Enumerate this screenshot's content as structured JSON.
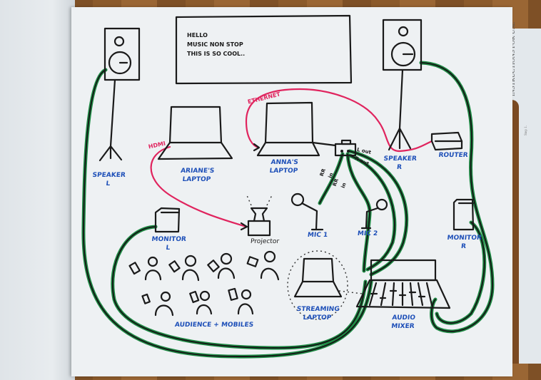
{
  "background": {
    "notebook_left_page": true,
    "box_title": "INSTRUCTIONS FOR USE",
    "box_step": "Step 1."
  },
  "note_box": {
    "lines": [
      "HELLO",
      "MUSIC NON STOP",
      "THIS IS SO COOL.."
    ]
  },
  "devices": {
    "speaker_left": {
      "label_line1": "SPEAKER",
      "label_line2": "L",
      "icon": "speaker-on-stand"
    },
    "speaker_right": {
      "label_line1": "SPEAKER",
      "label_line2": "R",
      "icon": "speaker-on-stand"
    },
    "ariane_laptop": {
      "label_line1": "ARIANE'S",
      "label_line2": "LAPTOP",
      "icon": "laptop"
    },
    "anna_laptop": {
      "label_line1": "ANNA'S",
      "label_line2": "LAPTOP",
      "icon": "laptop"
    },
    "router": {
      "label": "ROUTER",
      "icon": "router-box"
    },
    "audio_interface": {
      "icon": "interface-box"
    },
    "projector": {
      "label": "Projector",
      "icon": "projector"
    },
    "monitor_left": {
      "label_line1": "MONITOR",
      "label_line2": "L",
      "icon": "monitor-speaker"
    },
    "monitor_right": {
      "label_line1": "MONITOR",
      "label_line2": "R",
      "icon": "monitor-speaker"
    },
    "mic1": {
      "label": "MIC 1",
      "icon": "microphone"
    },
    "mic2": {
      "label": "MIC 2",
      "icon": "microphone"
    },
    "streaming_laptop": {
      "label_line1": "STREAMING",
      "label_line2": "LAPTOP",
      "icon": "laptop"
    },
    "audio_mixer": {
      "label_line1": "AUDIO",
      "label_line2": "MIXER",
      "icon": "mixer"
    },
    "audience": {
      "label": "AUDIENCE + MOBILES",
      "people_count": 7
    }
  },
  "connections": {
    "hdmi": {
      "label": "HDMI",
      "from": "ariane_laptop",
      "to": "projector",
      "color": "#e0245e"
    },
    "ethernet": {
      "label": "ETHERNET",
      "from": "router",
      "to": "anna_laptop",
      "color": "#e0245e"
    },
    "interface_ports": [
      "L out",
      "R out",
      "RR in",
      "RR in"
    ],
    "audio_cable_color": "#1e8a44"
  }
}
